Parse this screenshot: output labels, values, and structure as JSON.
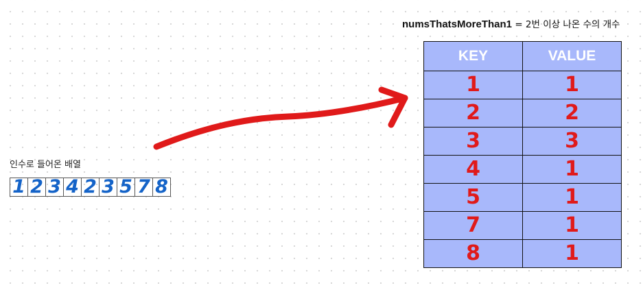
{
  "title": {
    "var_name": "numsThatsMoreThan1",
    "desc": " = 2번 이상 나온 수의 개수"
  },
  "input_array": {
    "label": "인수로 들어온 배열",
    "values": [
      "1",
      "2",
      "3",
      "4",
      "2",
      "3",
      "5",
      "7",
      "8"
    ]
  },
  "map": {
    "headers": [
      "KEY",
      "VALUE"
    ],
    "rows": [
      {
        "key": "1",
        "value": "1"
      },
      {
        "key": "2",
        "value": "2"
      },
      {
        "key": "3",
        "value": "3"
      },
      {
        "key": "4",
        "value": "1"
      },
      {
        "key": "5",
        "value": "1"
      },
      {
        "key": "7",
        "value": "1"
      },
      {
        "key": "8",
        "value": "1"
      }
    ]
  },
  "colors": {
    "arrow": "#e01a1a",
    "handwriting_blue": "#1463c8",
    "table_fill": "#a8b8fb"
  }
}
